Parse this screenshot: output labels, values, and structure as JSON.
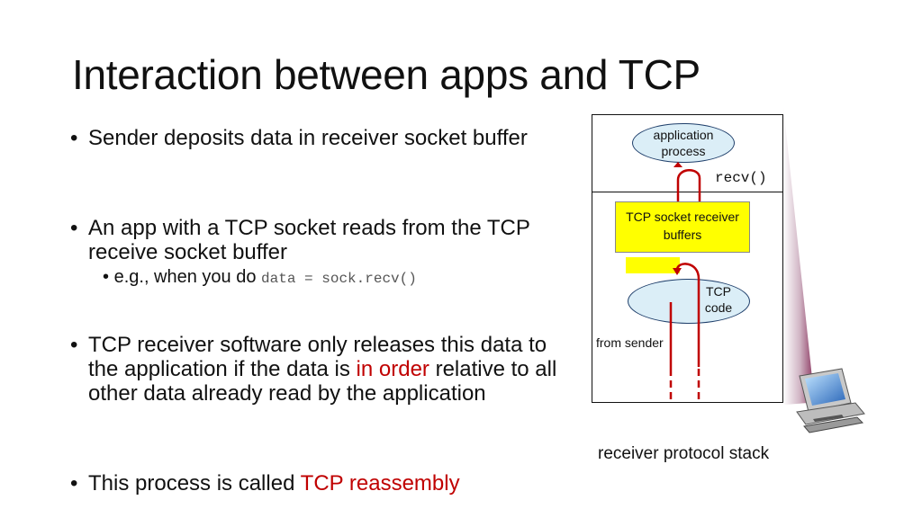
{
  "slide": {
    "title": "Interaction between apps and TCP",
    "bullets": [
      {
        "text": "Sender deposits data in receiver socket buffer"
      },
      {
        "text": "An app with a TCP socket reads from the TCP receive socket buffer"
      },
      {
        "text_before": "TCP receiver software only releases this data to the application if the data is ",
        "highlight": "in order",
        "text_after": " relative to all other data already read by the application"
      },
      {
        "text_before": "This process is called ",
        "highlight": "TCP reassembly"
      }
    ],
    "sub_bullet": {
      "text": "e.g., when you do ",
      "code": "data = sock.recv()"
    }
  },
  "diagram": {
    "app_process": "application process",
    "recv_call": "recv()",
    "buffer_label": "TCP socket receiver buffers",
    "tcp_code": "TCP code",
    "from_sender": "from sender",
    "caption": "receiver protocol stack"
  },
  "colors": {
    "highlight": "#c00000",
    "buffer": "#ffff00",
    "ellipse_fill": "#dbeef7",
    "arrow": "#c00000",
    "funnel": "#8b1a4a"
  }
}
